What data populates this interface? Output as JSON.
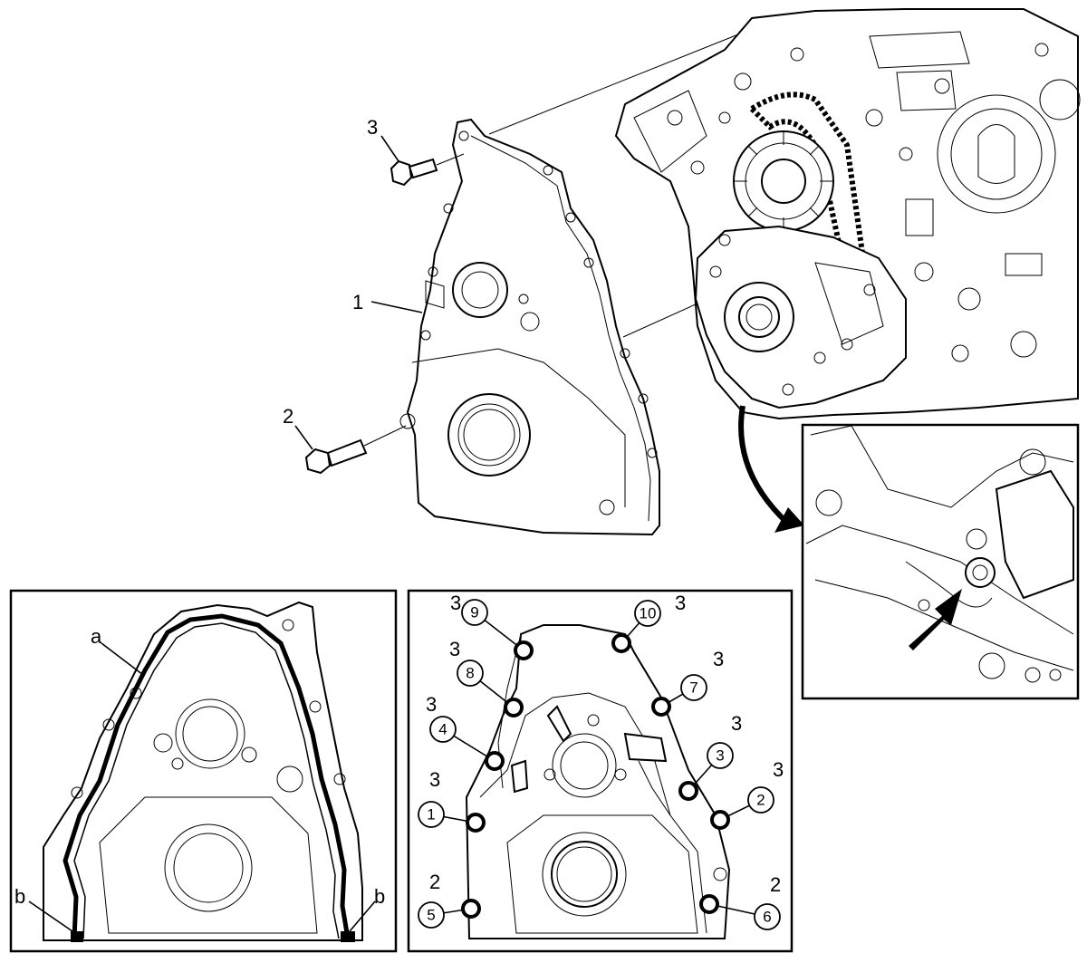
{
  "callouts": {
    "bolt_top_qty": "3",
    "cover_ref": "1",
    "bolt_bottom_qty": "2"
  },
  "seal_view": {
    "label_a": "a",
    "label_b_left": "b",
    "label_b_right": "b"
  },
  "sequence_view": {
    "bolts": [
      {
        "seq": "1",
        "qty": "3"
      },
      {
        "seq": "2",
        "qty": "3"
      },
      {
        "seq": "3",
        "qty": "3"
      },
      {
        "seq": "4",
        "qty": "3"
      },
      {
        "seq": "5",
        "qty": "2"
      },
      {
        "seq": "6",
        "qty": "2"
      },
      {
        "seq": "7",
        "qty": "3"
      },
      {
        "seq": "8",
        "qty": "3"
      },
      {
        "seq": "9",
        "qty": "3"
      },
      {
        "seq": "10",
        "qty": "3"
      }
    ]
  }
}
